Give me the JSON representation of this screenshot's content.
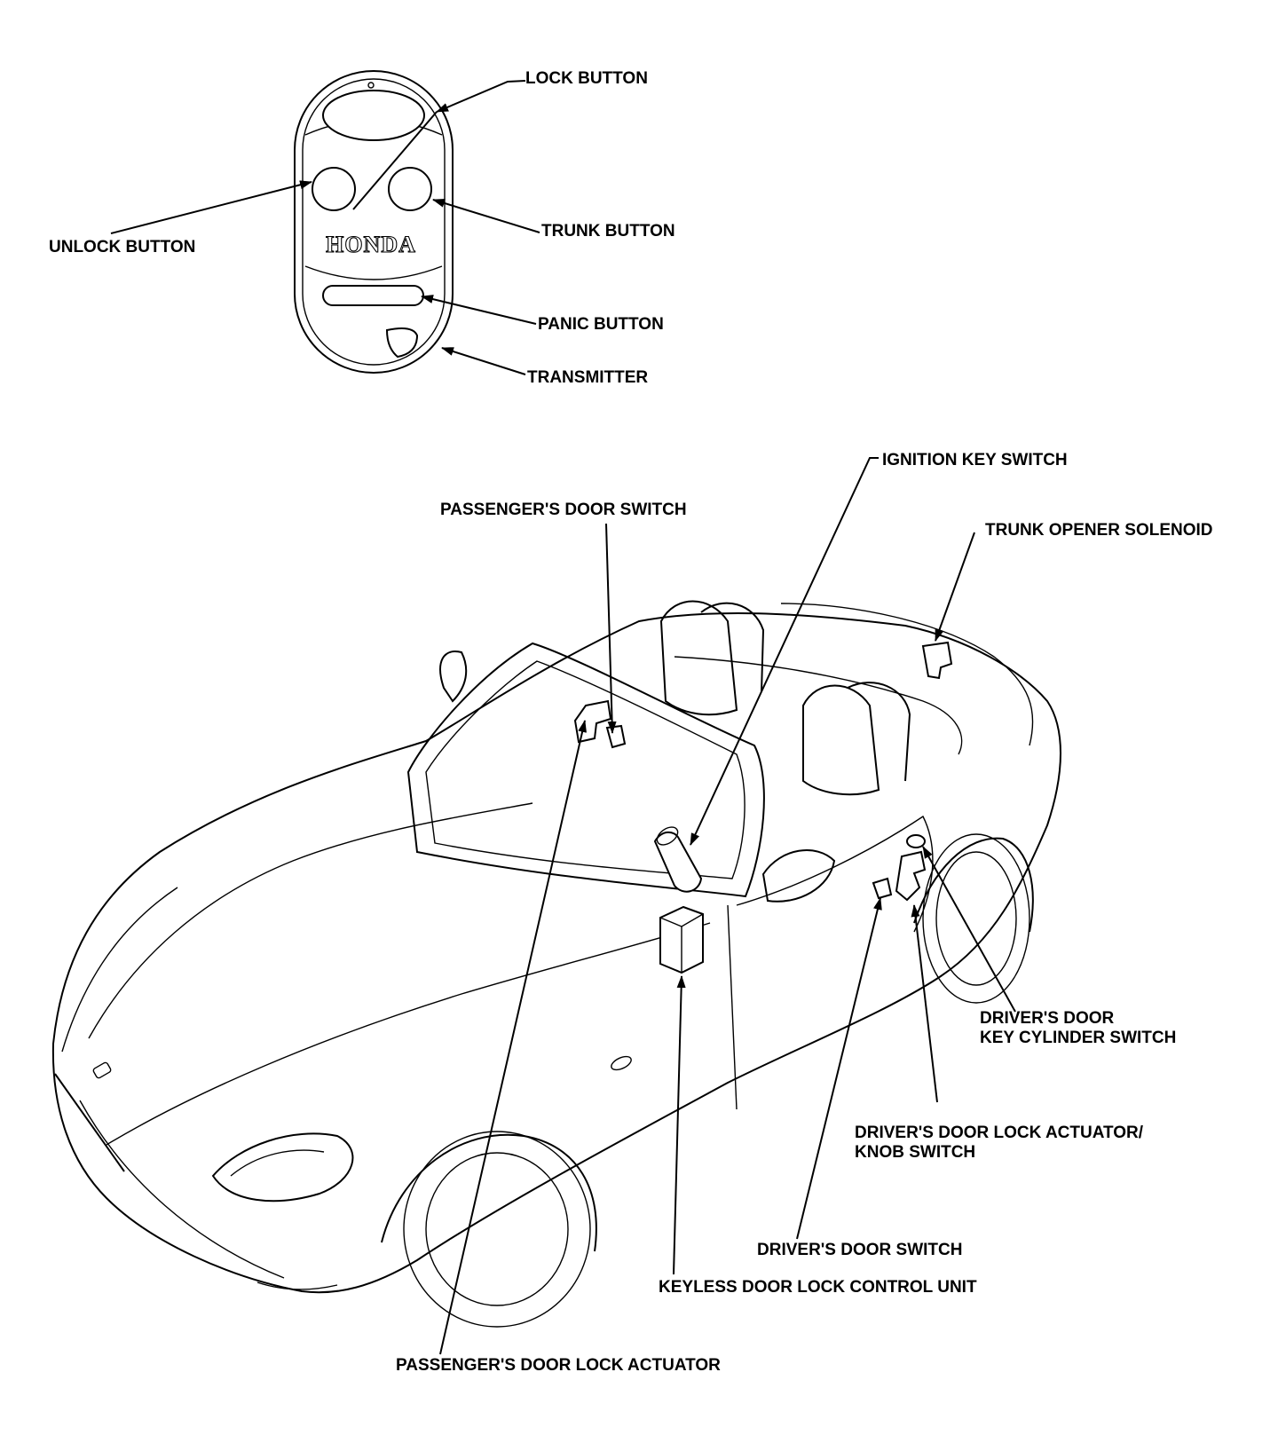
{
  "remote": {
    "brand": "HONDA",
    "labels": {
      "lock": "LOCK BUTTON",
      "unlock": "UNLOCK BUTTON",
      "trunk": "TRUNK BUTTON",
      "panic": "PANIC BUTTON",
      "transmitter": "TRANSMITTER"
    }
  },
  "car": {
    "labels": {
      "ignition": "IGNITION KEY SWITCH",
      "passenger_switch": "PASSENGER'S DOOR SWITCH",
      "trunk_solenoid": "TRUNK OPENER SOLENOID",
      "driver_key_cyl_1": "DRIVER'S DOOR",
      "driver_key_cyl_2": "KEY CYLINDER SWITCH",
      "driver_actuator_1": "DRIVER'S DOOR LOCK ACTUATOR/",
      "driver_actuator_2": "KNOB SWITCH",
      "driver_switch": "DRIVER'S DOOR SWITCH",
      "control_unit": "KEYLESS DOOR LOCK CONTROL UNIT",
      "passenger_actuator": "PASSENGER'S DOOR LOCK ACTUATOR"
    }
  }
}
